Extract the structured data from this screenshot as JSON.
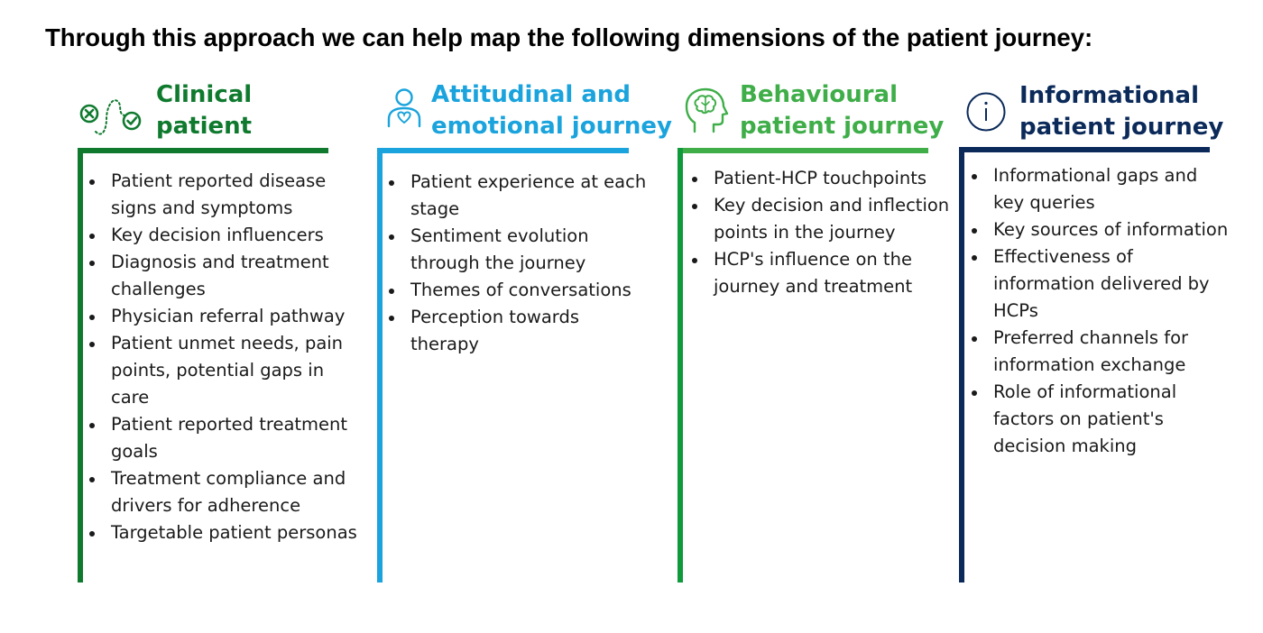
{
  "headline": "Through this approach we can help map the following dimensions of the patient journey:",
  "colors": {
    "clinical": "#0f7a2e",
    "attitudinal": "#1aa3dc",
    "behavioural": "#3fae49",
    "informational": "#0b2a5a"
  },
  "columns": [
    {
      "icon": "clinical-path-icon",
      "title_lines": [
        "Clinical",
        "patient"
      ],
      "items": [
        [
          "Patient reported disease",
          "signs and symptoms"
        ],
        [
          "Key decision influencers"
        ],
        [
          "Diagnosis and treatment",
          "challenges"
        ],
        [
          "Physician referral pathway"
        ],
        [
          "Patient unmet needs, pain",
          "points, potential gaps in",
          "care"
        ],
        [
          "Patient reported treatment",
          "goals"
        ],
        [
          "Treatment compliance and",
          "drivers for adherence"
        ],
        [
          "Targetable patient personas"
        ]
      ]
    },
    {
      "icon": "person-heart-icon",
      "title_lines": [
        "Attitudinal and",
        "emotional journey"
      ],
      "items": [
        [
          "Patient experience at each",
          "stage"
        ],
        [
          "Sentiment evolution",
          "through the journey"
        ],
        [
          "Themes of conversations"
        ],
        [
          "Perception towards",
          "therapy"
        ]
      ]
    },
    {
      "icon": "head-brain-icon",
      "title_lines": [
        "Behavioural",
        "patient journey"
      ],
      "items": [
        [
          "Patient-HCP touchpoints"
        ],
        [
          "Key decision and inflection",
          "points in the journey"
        ],
        [
          "HCP's influence on the",
          "journey and treatment"
        ]
      ]
    },
    {
      "icon": "info-circle-icon",
      "title_lines": [
        "Informational",
        "patient journey"
      ],
      "items": [
        [
          "Informational gaps and",
          "key queries"
        ],
        [
          "Key sources of information"
        ],
        [
          "Effectiveness of",
          "information delivered by",
          "HCPs"
        ],
        [
          "Preferred channels for",
          "information exchange"
        ],
        [
          "Role of informational",
          "factors on patient's",
          "decision making"
        ]
      ]
    }
  ]
}
